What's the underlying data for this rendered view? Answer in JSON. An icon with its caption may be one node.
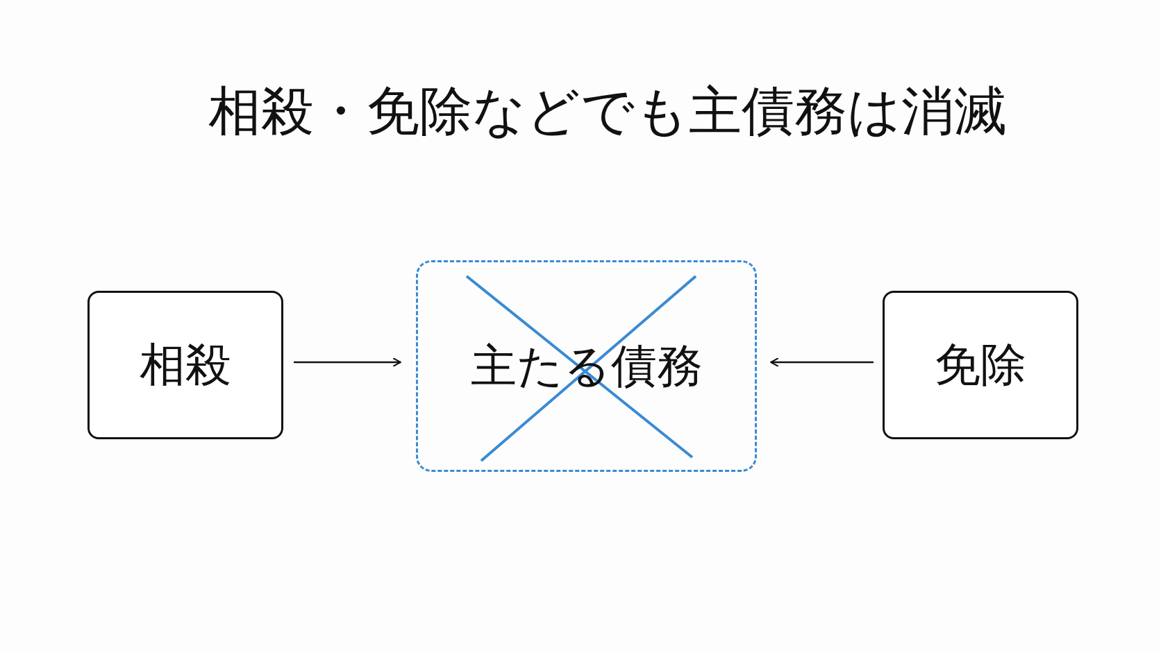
{
  "diagram": {
    "title": "相殺・免除などでも主債務は消滅",
    "nodes": [
      {
        "text": [
          "相殺"
        ]
      },
      {
        "text": [
          "主たる債務"
        ]
      },
      {
        "text": [
          "免除"
        ]
      }
    ],
    "edges": [
      {
        "from": 0,
        "to": 1,
        "arrow": "to"
      },
      {
        "from": 2,
        "to": 1,
        "arrow": "to"
      }
    ]
  }
}
